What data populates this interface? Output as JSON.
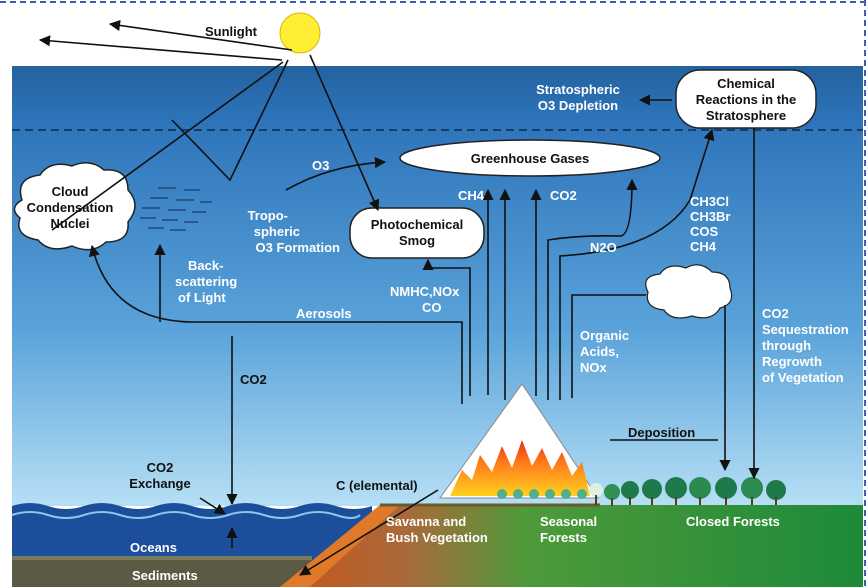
{
  "colors": {
    "sky_top": "#2a6fb8",
    "sky_bottom": "#a7d6f2",
    "ocean": "#1e4f9e",
    "sediment": "#5a5a42",
    "savanna": "#d5661e",
    "forest": "#2e9a3c",
    "sun": "#ffee33"
  },
  "labels": {
    "sunlight": "Sunlight",
    "strat_o3_line1": "Stratospheric",
    "strat_o3_line2": "O3 Depletion",
    "chem_line1": "Chemical",
    "chem_line2": "Reactions in the",
    "chem_line3": "Stratosphere",
    "greenhouse": "Greenhouse Gases",
    "o3": "O3",
    "ch4": "CH4",
    "co2_top": "CO2",
    "ch3cl": "CH3Cl",
    "ch3br": "CH3Br",
    "cos": "COS",
    "ch4_right": "CH4",
    "cloud_line1": "Cloud",
    "cloud_line2": "Condensation",
    "cloud_line3": "Nuclei",
    "tropo_line1": "Tropo-",
    "tropo_line2": "spheric",
    "tropo_line3": "O3 Formation",
    "smog_line1": "Photochemical",
    "smog_line2": "Smog",
    "n2o": "N2O",
    "back_line1": "Back-",
    "back_line2": "scattering",
    "back_line3": "of Light",
    "nmhc_line1": "NMHC,NOx",
    "nmhc_line2": "CO",
    "aerosols": "Aerosols",
    "organic_line1": "Organic",
    "organic_line2": "Acids,",
    "organic_line3": "NOx",
    "seq_line1": "CO2",
    "seq_line2": "Sequestration",
    "seq_line3": "through",
    "seq_line4": "Regrowth",
    "seq_line5": "of Vegetation",
    "co2_mid": "CO2",
    "deposition": "Deposition",
    "co2_exch_line1": "CO2",
    "co2_exch_line2": "Exchange",
    "c_elemental": "C (elemental)",
    "savanna_line1": "Savanna and",
    "savanna_line2": "Bush Vegetation",
    "seasonal_line1": "Seasonal",
    "seasonal_line2": "Forests",
    "closed_forests": "Closed Forests",
    "oceans": "Oceans",
    "sediments": "Sediments"
  }
}
